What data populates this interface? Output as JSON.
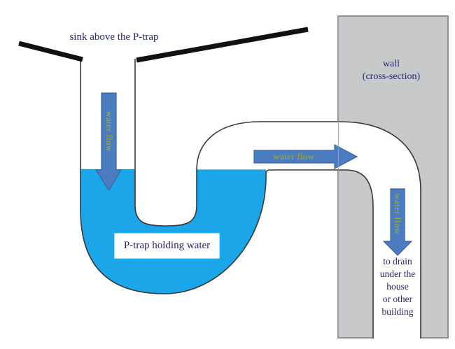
{
  "labels": {
    "sink": "sink above the P-trap",
    "wall_line1": "wall",
    "wall_line2": "(cross-section)",
    "ptrap": "P-trap holding water",
    "drain": "to drain\nunder the\nhouse\nor other\nbuilding",
    "water_flow": "water flow"
  },
  "colors": {
    "water": "#1aa6e8",
    "wall_fill": "#c8c9cb",
    "wall_border": "#8e9095",
    "arrow_fill": "#4c7cc0",
    "arrow_outline": "#3a63a6",
    "pipe_outline": "#38383a",
    "sink_line": "#111111",
    "label_text": "#272772",
    "flow_text": "#a3b02c",
    "background": "#ffffff"
  }
}
